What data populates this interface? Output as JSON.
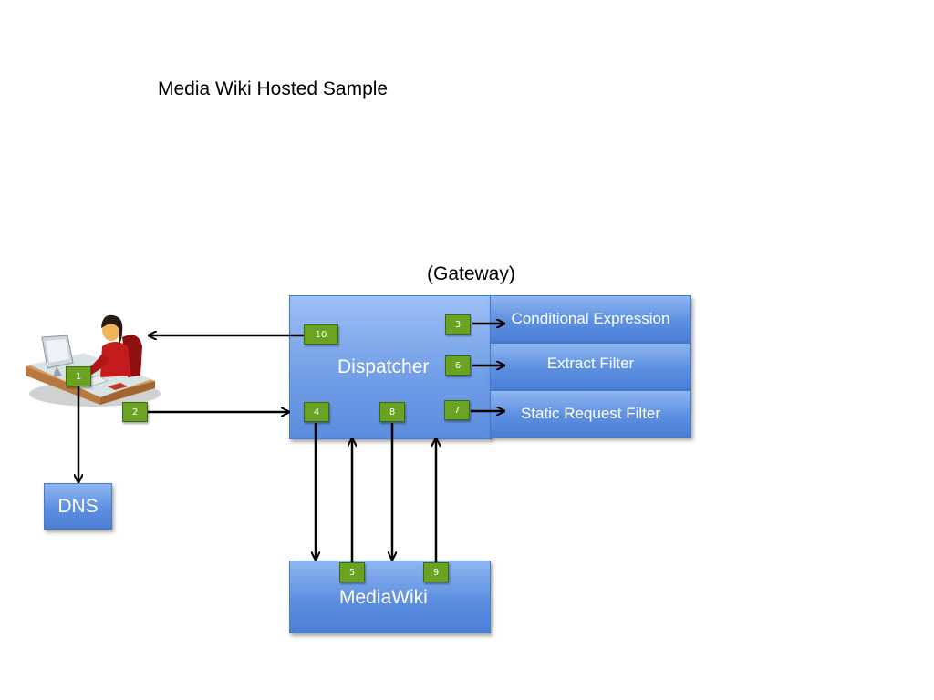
{
  "slide": {
    "title": "Media Wiki Hosted Sample",
    "gateway_label": "(Gateway)"
  },
  "components": {
    "dispatcher": "Dispatcher",
    "dns": "DNS",
    "mediawiki": "MediaWiki",
    "filters": [
      "Conditional Expression",
      "Extract Filter",
      "Static Request Filter"
    ]
  },
  "steps": [
    "1",
    "2",
    "3",
    "4",
    "5",
    "6",
    "7",
    "8",
    "9",
    "10"
  ],
  "icons": {
    "user": "user-at-computer-icon"
  },
  "colors": {
    "box_blue": "#5d8fe0",
    "step_green": "#6aa222",
    "arrow": "#000000"
  }
}
